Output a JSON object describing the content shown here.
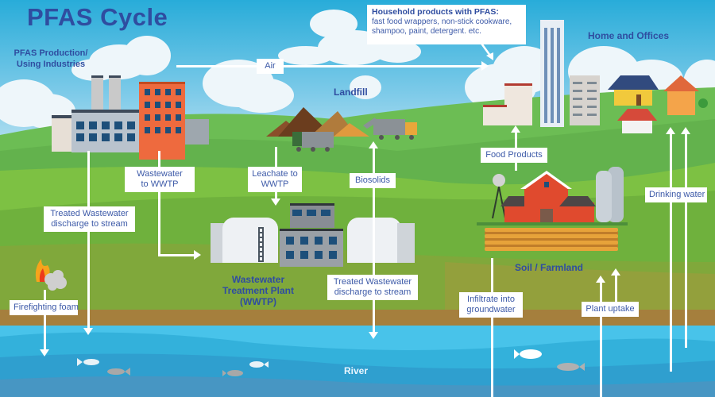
{
  "title": "PFAS Cycle",
  "nodes": {
    "industry": "PFAS Production/\nUsing Industries",
    "landfill": "Landfill",
    "homes": "Home and Offices",
    "wwtp": "Wastewater\nTreatment Plant\n(WWTP)",
    "farmland": "Soil / Farmland",
    "river": "River"
  },
  "household": {
    "heading": "Household products with PFAS:",
    "line1": "fast food wrappers, non-stick cookware,",
    "line2": "shampoo, paint, detergent. etc."
  },
  "flows": {
    "air": "Air",
    "wastewater_to_wwtp": "Wastewater\nto WWTP",
    "treated_industry": "Treated Wastewater\ndischarge to stream",
    "leachate": "Leachate to\nWWTP",
    "biosolids": "Biosolids",
    "treated_wwtp": "Treated Wastewater\ndischarge to stream",
    "food_products": "Food Products",
    "drinking_water": "Drinking water",
    "infiltrate": "Infiltrate into\ngroundwater",
    "plant_uptake": "Plant uptake",
    "firefighting": "Firefighting foam"
  },
  "colors": {
    "sky_top": "#2bb0dc",
    "sky_bottom": "#cfeaf5",
    "grass": "#6fb544",
    "soil": "#a47f3c",
    "river": "#3cbde6",
    "label_text": "#3d5aa8",
    "title": "#2f4da0"
  }
}
